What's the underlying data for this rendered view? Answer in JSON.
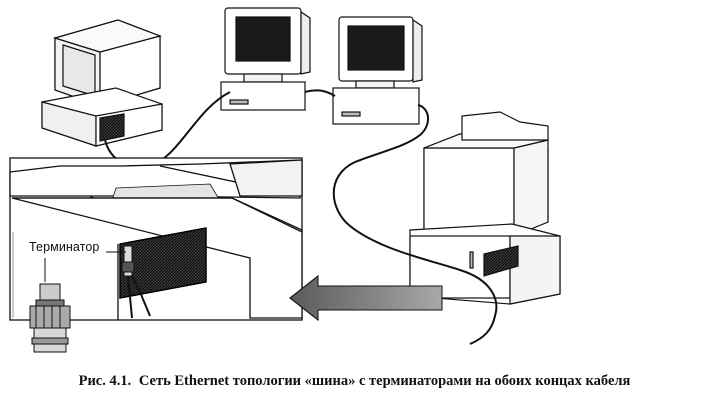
{
  "labels": {
    "terminator": "Терминатор"
  },
  "caption": {
    "number": "Рис. 4.1.",
    "text": "Сеть Ethernet топологии «шина» с терминаторами на обоих концах кабеля"
  },
  "colors": {
    "ink": "#111111",
    "screen": "#1a1a1a",
    "panel": "#2a2a2a",
    "paper": "#ffffff"
  },
  "icons": [
    "computer-icon",
    "monitor-icon",
    "network-card-icon",
    "bnc-terminator-icon",
    "arrow-icon"
  ]
}
